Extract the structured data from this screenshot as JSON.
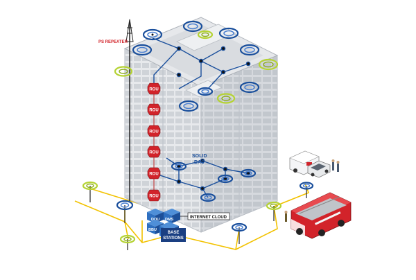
{
  "labels": {
    "ps_repeater": "PS REPEATER",
    "solid_das_line1": "SOLID",
    "solid_das_line2": "DAS",
    "internet_cloud": "INTERNET CLOUD",
    "base_stations_line1": "BASE",
    "base_stations_line2": "STATIONS",
    "rou": "ROU",
    "dou": "DOU",
    "dms": "DMS",
    "bbu": "BBU"
  },
  "colors": {
    "rou_red": "#d2232a",
    "network_blue": "#1a4f9c",
    "antenna_lime": "#b5d334",
    "cable_yellow": "#f2c200",
    "building_grey": "#dfe2e6",
    "label_red": "#d2232a"
  },
  "icons": [
    "tower-antenna-icon",
    "wifi-antenna-icon",
    "ambulance-icon",
    "fire-truck-icon",
    "person-icon"
  ]
}
